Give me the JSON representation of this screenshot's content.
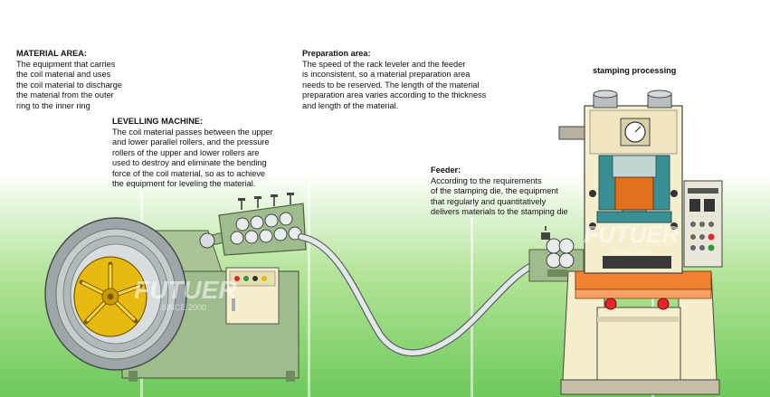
{
  "sections": {
    "material_area": {
      "title": "MATERIAL AREA:",
      "body": "The equipment that carries\nthe coil material and uses\nthe coil material to discharge\nthe material from the outer\nring to the inner ring"
    },
    "levelling_machine": {
      "title": "LEVELLING MACHINE:",
      "body": "The coil material passes between the upper\nand lower parallel rollers, and the pressure\nrollers of the upper and lower rollers are\nused to destroy and eliminate the bending\nforce of the coil material, so as to achieve\nthe equipment for leveling the material."
    },
    "preparation_area": {
      "title": "Preparation area:",
      "body": "The speed of the rack leveler and the feeder\nis inconsistent, so a material preparation area\nneeds to be reserved. The length of the material\npreparation area varies according to the thickness\nand length of the material."
    },
    "feeder": {
      "title": "Feeder:",
      "body": "According to the requirements\nof the stamping die, the equipment\nthat regularly and quantitatively\ndelivers materials to the stamping die"
    },
    "stamping": {
      "title": "stamping processing"
    }
  },
  "watermark": {
    "text": "FUTUER",
    "sub": "SINCE 2000"
  },
  "colors": {
    "machine_green": "#9fbd8c",
    "machine_dark": "#6f8a5e",
    "coil_yellow": "#e8b90f",
    "press_cream": "#f6efcd",
    "press_orange": "#f08232",
    "press_teal": "#3a8f95",
    "panel_red": "#e3262b"
  }
}
